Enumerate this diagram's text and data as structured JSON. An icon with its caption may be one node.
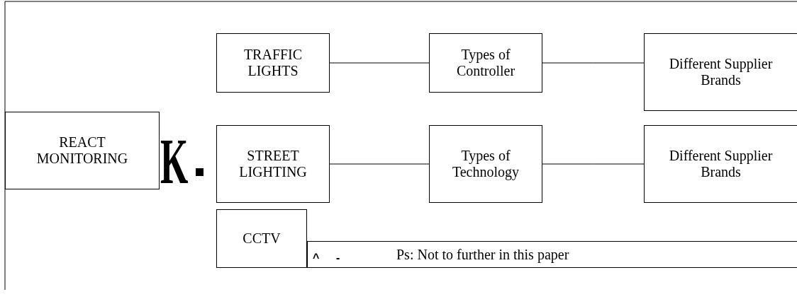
{
  "diagram": {
    "nodes": [
      {
        "text": [
          "REACT MONITORING"
        ]
      },
      {
        "text": [
          "TRAFFIC LIGHTS"
        ]
      },
      {
        "text": [
          "Types of Controller"
        ]
      },
      {
        "text": [
          "Different Supplier Brands"
        ]
      },
      {
        "text": [
          "STREET LIGHTING"
        ]
      },
      {
        "text": [
          "Types of Technology"
        ]
      },
      {
        "text": [
          "Different Supplier Brands"
        ]
      },
      {
        "text": [
          "CCTV"
        ]
      },
      {
        "text": [
          "Ps: Not to further in this paper"
        ]
      }
    ],
    "edges": [
      {
        "from": 1,
        "to": 2,
        "arrow": "none"
      },
      {
        "from": 2,
        "to": 3,
        "arrow": "none"
      },
      {
        "from": 4,
        "to": 5,
        "arrow": "none"
      },
      {
        "from": 5,
        "to": 6,
        "arrow": "none"
      }
    ],
    "labels": [
      "K",
      "^",
      "-"
    ]
  }
}
